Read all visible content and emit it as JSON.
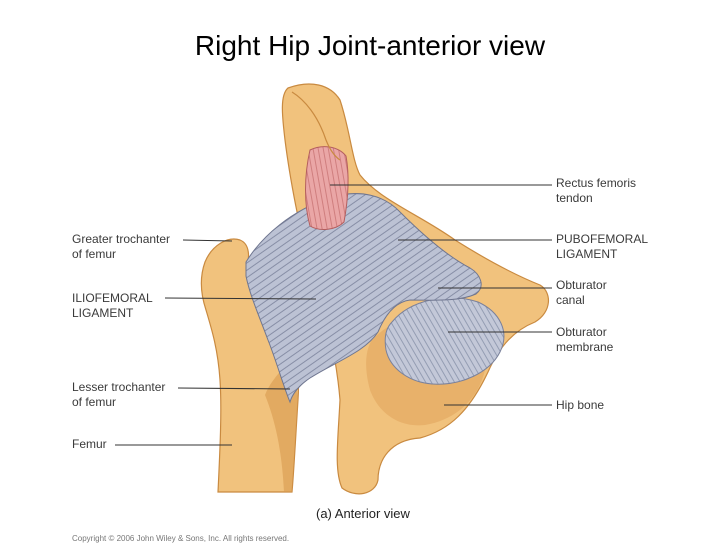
{
  "title": "Right Hip Joint-anterior view",
  "labels": {
    "left": {
      "greater_trochanter": [
        "Greater trochanter",
        "of femur"
      ],
      "iliofemoral": [
        "ILIOFEMORAL",
        "LIGAMENT"
      ],
      "lesser_trochanter": [
        "Lesser trochanter",
        "of femur"
      ],
      "femur": [
        "Femur"
      ]
    },
    "right": {
      "rectus_femoris": [
        "Rectus femoris",
        "tendon"
      ],
      "pubofemoral": [
        "PUBOFEMORAL",
        "LIGAMENT"
      ],
      "obturator_canal": [
        "Obturator",
        "canal"
      ],
      "obturator_membrane": [
        "Obturator",
        "membrane"
      ],
      "hip_bone": [
        "Hip bone"
      ]
    }
  },
  "caption": "(a) Anterior view",
  "copyright": "Copyright © 2006 John Wiley & Sons, Inc. All rights reserved.",
  "colors": {
    "bone": "#f1c27d",
    "bone_shadow": "#d99a4e",
    "ligament": "#b9bfd2",
    "ligament_lines": "#6f7690",
    "tendon": "#e9a3a3",
    "leader": "#333333"
  }
}
